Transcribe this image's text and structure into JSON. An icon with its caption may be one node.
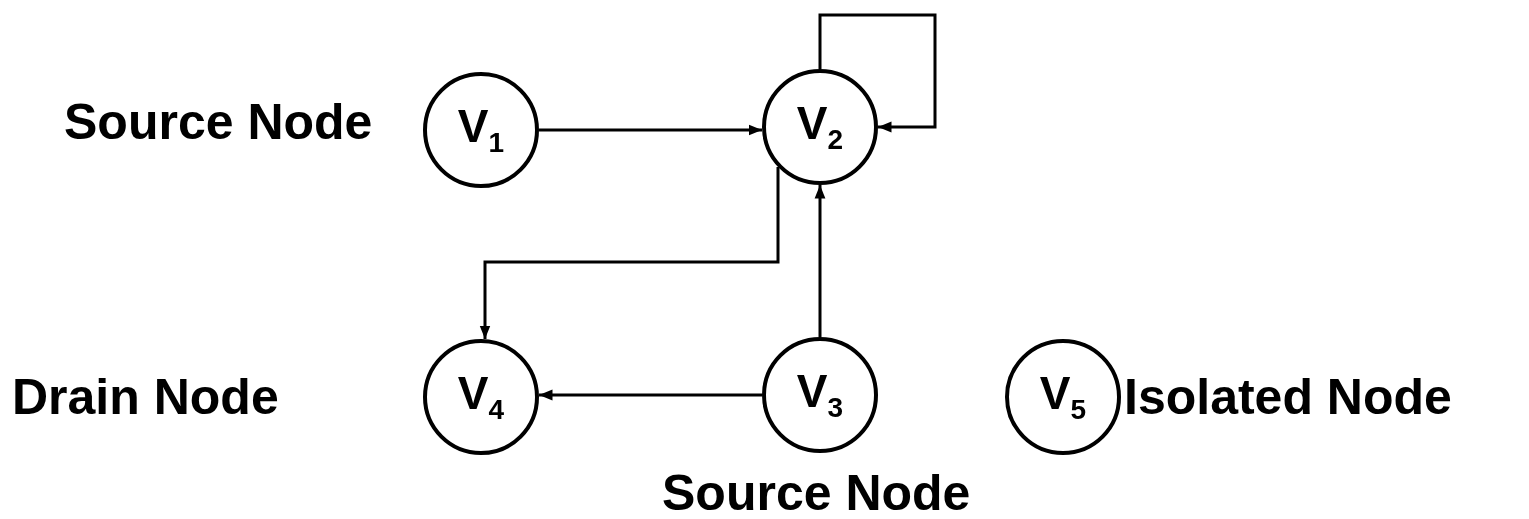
{
  "diagram": {
    "nodes": [
      {
        "text": [
          "V$_{1}$"
        ],
        "beside": [
          "Source Node"
        ]
      },
      {
        "text": [
          "V$_{2}$"
        ]
      },
      {
        "text": [
          "V$_{4}$"
        ]
      },
      {
        "text": [
          "V$_{3}$"
        ],
        "beside": [
          "Source Node"
        ]
      },
      {
        "text": [
          "V$_{5}$"
        ],
        "beside": [
          "Isolated Node"
        ]
      }
    ],
    "edges": [
      {
        "from": 0,
        "to": 1,
        "arrow": "to"
      },
      {
        "from": 1,
        "to": 1,
        "arrow": "to"
      },
      {
        "from": 1,
        "to": 2,
        "arrow": "to"
      },
      {
        "from": 3,
        "to": 1,
        "arrow": "to"
      },
      {
        "from": 3,
        "to": 2,
        "arrow": "to"
      }
    ],
    "labels": [
      "Drain Node"
    ]
  }
}
